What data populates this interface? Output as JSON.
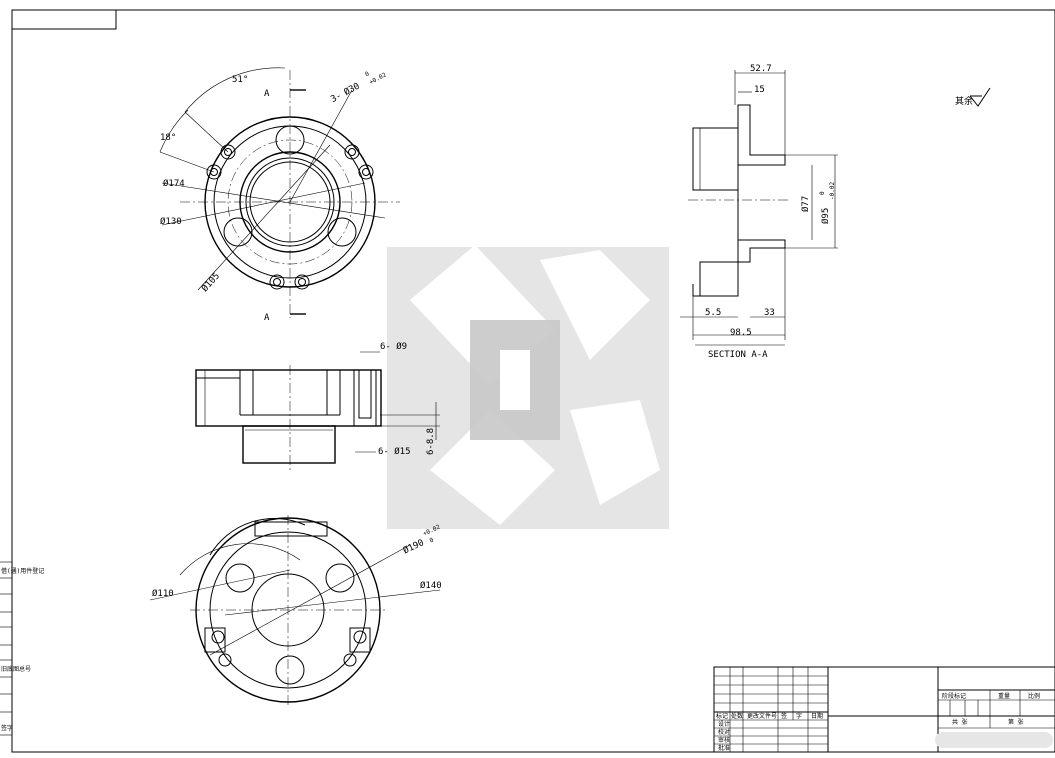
{
  "top_view": {
    "angle_51": "51°",
    "angle_18": "18°",
    "section_mark_top": "A",
    "section_mark_bottom": "A",
    "holes_note_prefix": "3-",
    "holes_note_dia": "Ø30",
    "holes_tol_upper": "0",
    "holes_tol_lower": "+0.02",
    "d174": "Ø174",
    "d130": "Ø130",
    "d105": "Ø105"
  },
  "middle_view": {
    "top_note": "6- Ø9",
    "bottom_note": "6- Ø15",
    "depth": "6-8.8"
  },
  "bottom_view": {
    "d110": "Ø110",
    "d190": "Ø190",
    "d190_tol_upper": "+0.02",
    "d190_tol_lower": "0",
    "d140": "Ø140"
  },
  "section_view": {
    "w52": "52.7",
    "w15": "15",
    "d77": "Ø77",
    "d95": "Ø95",
    "d95_tol_upper": "0",
    "d95_tol_lower": "-0.02",
    "w55": "5.5",
    "w33": "33",
    "w985": "98.5",
    "caption": "SECTION A-A"
  },
  "surface_note": "其余",
  "title_block": {
    "rev_headers": [
      "标记",
      "处数",
      "更改文件号",
      "签",
      "字",
      "日期"
    ],
    "role_rows": [
      "设计",
      "校对",
      "审核",
      "批准"
    ],
    "stage_header": "阶段标记",
    "weight_header": "重量",
    "scale_header": "比例",
    "sheet_total": "共 张",
    "sheet_no": "第 张"
  },
  "side_strip": [
    "借(通)用件登记",
    "",
    "",
    "旧底图总号",
    "",
    "签字"
  ]
}
